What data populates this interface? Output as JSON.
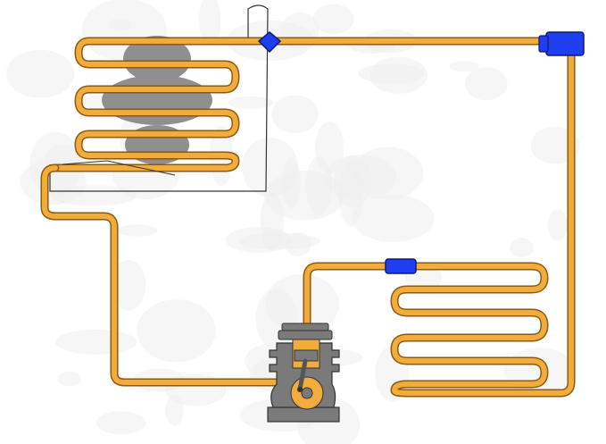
{
  "diagram": {
    "colors": {
      "tube": "#f2ac3c",
      "tube_edge": "#8a5a10",
      "component_blue": "#1f3ef0",
      "component_blue_edge": "#0a1a7a",
      "blob_gray": "#8f8f8f",
      "machine_gray": "#7a7a7a",
      "frame_line": "#333333",
      "paper_texture": "#eeeeee"
    },
    "components": [
      {
        "name": "evaporator-coil",
        "icon": "coil-with-gray-blobs"
      },
      {
        "name": "expansion-valve",
        "icon": "diamond-valve"
      },
      {
        "name": "receiver-drier",
        "icon": "blue-canister"
      },
      {
        "name": "filter",
        "icon": "blue-cylinder"
      },
      {
        "name": "condenser-coil",
        "icon": "serpentine-coil"
      },
      {
        "name": "compressor",
        "icon": "piston-compressor"
      }
    ]
  }
}
